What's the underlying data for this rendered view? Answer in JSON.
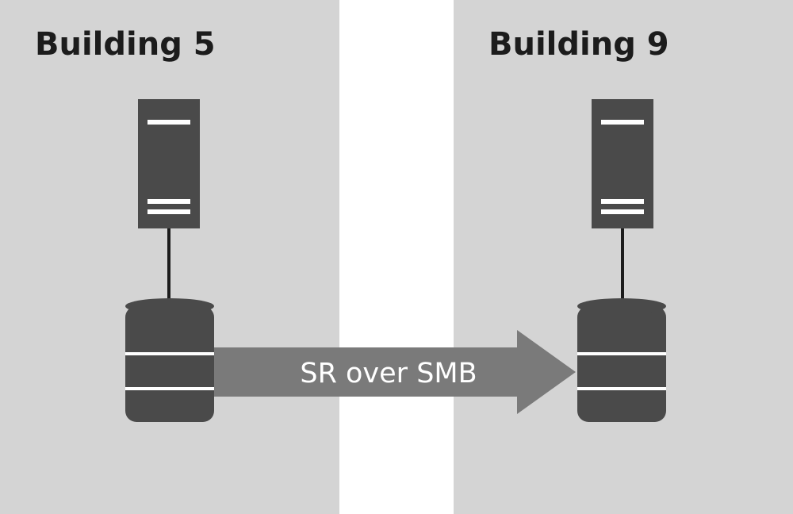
{
  "colors": {
    "panel_bg": "#d4d4d4",
    "gap_bg": "#ffffff",
    "device": "#4a4a4a",
    "arrow": "#7a7a7a",
    "highlight": "#ffffff",
    "text": "#1c1c1c"
  },
  "left_site": {
    "title": "Building 5",
    "server_icon": "server-icon",
    "storage_icon": "database-icon"
  },
  "right_site": {
    "title": "Building 9",
    "server_icon": "server-icon",
    "storage_icon": "database-icon"
  },
  "replication": {
    "label": "SR over SMB",
    "icon": "arrow-right-icon"
  }
}
